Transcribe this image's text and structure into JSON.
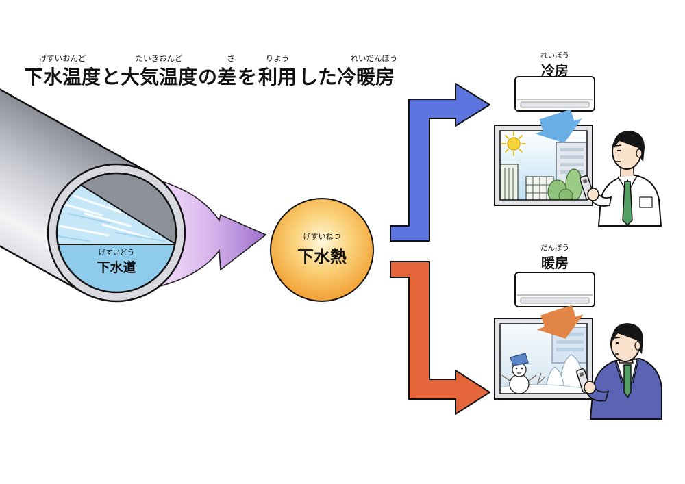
{
  "title": {
    "segments": [
      {
        "text": "下水温度",
        "ruby": "げすいおんど"
      },
      {
        "text": "と"
      },
      {
        "text": "大気温度",
        "ruby": "たいきおんど"
      },
      {
        "text": "の"
      },
      {
        "text": "差",
        "ruby": "さ"
      },
      {
        "text": "を"
      },
      {
        "text": "利用",
        "ruby": "りよう"
      },
      {
        "text": "した"
      },
      {
        "text": "冷暖房",
        "ruby": "れいだんぼう"
      }
    ]
  },
  "sewer": {
    "ruby": "げすいどう",
    "label": "下水道"
  },
  "sewage_heat": {
    "ruby": "げすいねつ",
    "label": "下水熱"
  },
  "cooling": {
    "ruby": "れいぼう",
    "label": "冷房"
  },
  "heating": {
    "ruby": "だんぼう",
    "label": "暖房"
  },
  "colors": {
    "cooling_arrow": "#5b74de",
    "heating_arrow": "#e4663a",
    "cool_air": "#6aaee6",
    "warm_air": "#e08545"
  }
}
